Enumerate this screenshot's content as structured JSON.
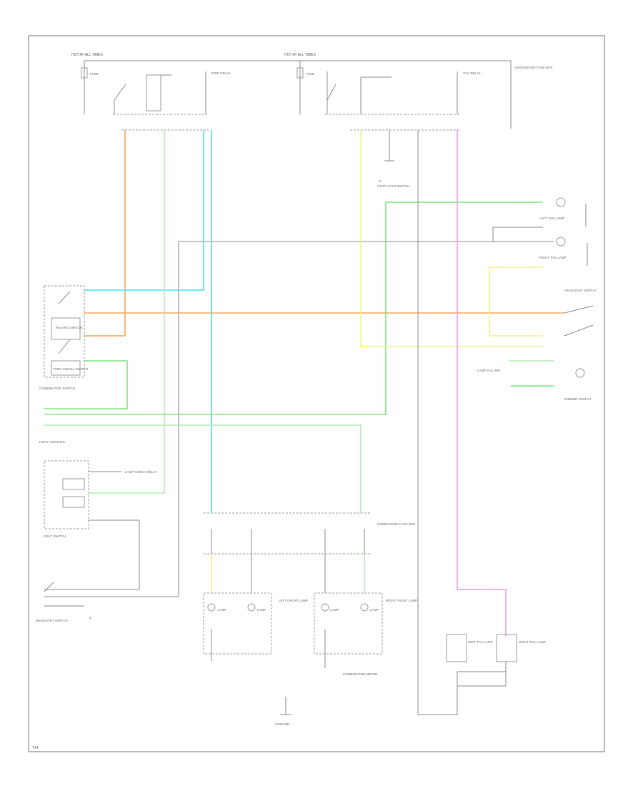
{
  "title": "",
  "colors": {
    "orange": "#f5a25a",
    "cyan": "#3fe3f0",
    "green": "#7ee37e",
    "lightgreen": "#b4ecb0",
    "yellow": "#f4f08a",
    "pink": "#f19af0",
    "gray": "#9a9a9a"
  },
  "labels": {
    "hot_at_all_times_1": "HOT AT ALL TIMES",
    "hot_at_all_times_2": "HOT AT ALL TIMES",
    "fuse_a": "FUSE",
    "fuse_b": "FUSE",
    "stop_relay": "STOP RELAY",
    "tail_relay": "TAIL RELAY",
    "sensor_fuse_block": "UNDERHOOD FUSE BOX",
    "stop_light_switch": "STOP LIGHT SWITCH",
    "ground_1": "G",
    "light_control": "LIGHT CONTROL",
    "hazard_switch": "HAZARD SWITCH",
    "turn_signal_switch": "TURN SIGNAL SWITCH",
    "combination_switch": "COMBINATION SWITCH",
    "dimmer_switch": "DIMMER SWITCH",
    "headlight_switch": "HEADLIGHT SWITCH",
    "light_switch": "LIGHT SWITCH",
    "lamp_check_relay": "LAMP CHECK RELAY",
    "left_front_lamp": "LEFT FRONT LAMP",
    "right_front_lamp": "RIGHT FRONT LAMP",
    "left_tail_lamp": "LEFT TAIL LAMP",
    "right_tail_lamp": "RIGHT TAIL LAMP",
    "left_lamp_a": "LAMP",
    "left_lamp_b": "LAMP",
    "right_lamp_a": "LAMP",
    "right_lamp_b": "LAMP",
    "lamp_failure": "LAMP FAILURE",
    "ground_2": "G",
    "bottom_ground": "GROUND",
    "combination_meter": "COMBINATION METER",
    "corner_code": "T14"
  }
}
